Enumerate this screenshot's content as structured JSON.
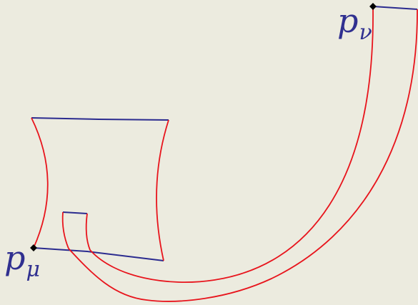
{
  "labels": {
    "p_nu": {
      "base": "p",
      "sub": "ν"
    },
    "p_mu": {
      "base": "p",
      "sub": "μ"
    }
  },
  "colors": {
    "background": "#ecebdf",
    "blue_edge": "#2b2b8f",
    "red_curve": "#e8141c",
    "point": "#000000",
    "label": "#303090"
  }
}
